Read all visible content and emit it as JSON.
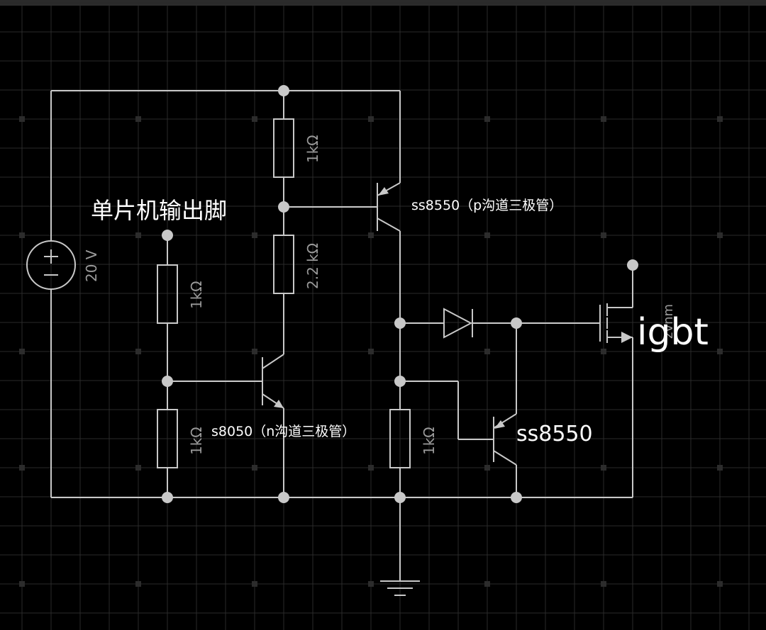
{
  "voltage_source": {
    "label": "20 V",
    "plus": "+",
    "minus": "−"
  },
  "resistors": {
    "r_top": "1kΩ",
    "r_mid": "2.2 kΩ",
    "r_mcu_top": "1kΩ",
    "r_mcu_bottom": "1kΩ",
    "r_right": "1kΩ"
  },
  "transistors": {
    "q_pnp_top": "ss8550（p沟道三极管）",
    "q_npn": "s8050（n沟道三极管）",
    "q_pnp_right": "ss8550"
  },
  "mcu_pin_label": "单片机输出脚",
  "igbt_label": "igbt",
  "mosfet_tag": "zvnm"
}
